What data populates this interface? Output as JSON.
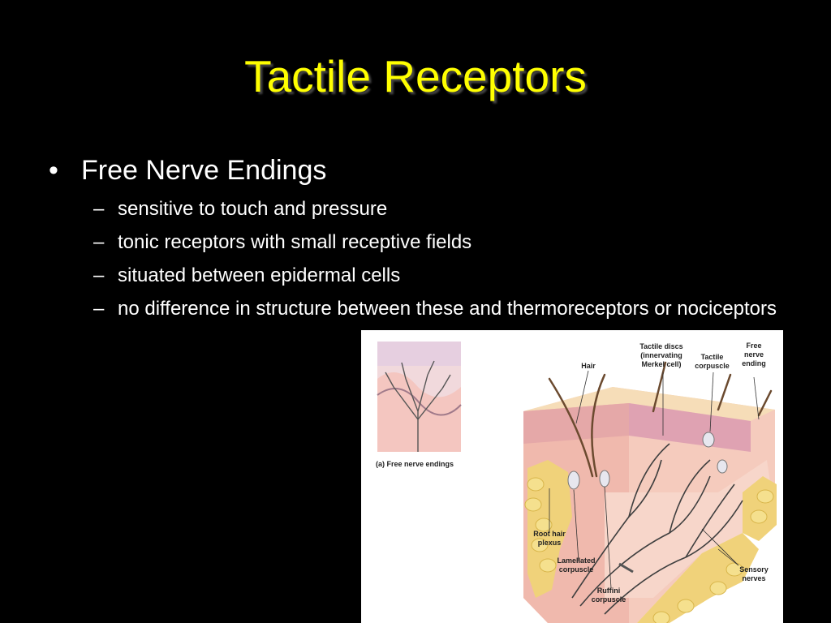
{
  "slide": {
    "title": "Tactile Receptors",
    "bullet": {
      "marker": "•",
      "text": "Free Nerve Endings",
      "sub_marker": "–",
      "subitems": [
        "sensitive to touch and pressure",
        "tonic receptors with small receptive fields",
        "situated between epidermal cells",
        "no difference in structure between these and thermoreceptors or nociceptors"
      ]
    },
    "figure": {
      "caption_a": "(a) Free nerve endings",
      "labels": {
        "hair": "Hair",
        "tactile_discs": "Tactile discs (innervating Merkel cell)",
        "tactile_corpuscle": "Tactile corpuscle",
        "free_nerve_ending": "Free nerve ending",
        "root_hair_plexus": "Root hair plexus",
        "lamellated_corpuscle": "Lamellated corpuscle",
        "ruffini_corpuscle": "Ruffini corpuscle",
        "sensory_nerves": "Sensory nerves"
      }
    },
    "colors": {
      "background": "#000000",
      "title": "#ffff00",
      "text": "#ffffff"
    }
  }
}
